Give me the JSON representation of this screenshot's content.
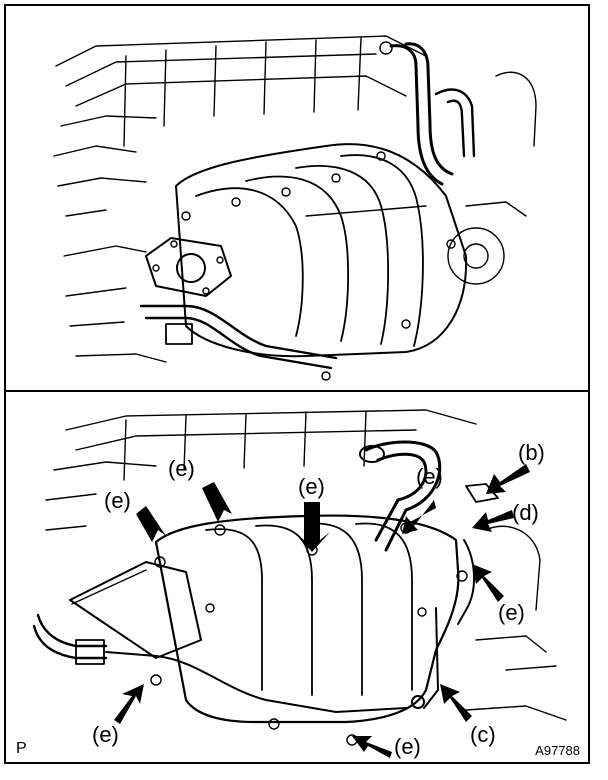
{
  "callouts": {
    "b": "(b)",
    "c": "(c)",
    "d": "(d)",
    "e": "(e)"
  },
  "corner_left": "P",
  "figure_id": "A97788",
  "colors": {
    "ink": "#000000",
    "paper": "#ffffff"
  }
}
